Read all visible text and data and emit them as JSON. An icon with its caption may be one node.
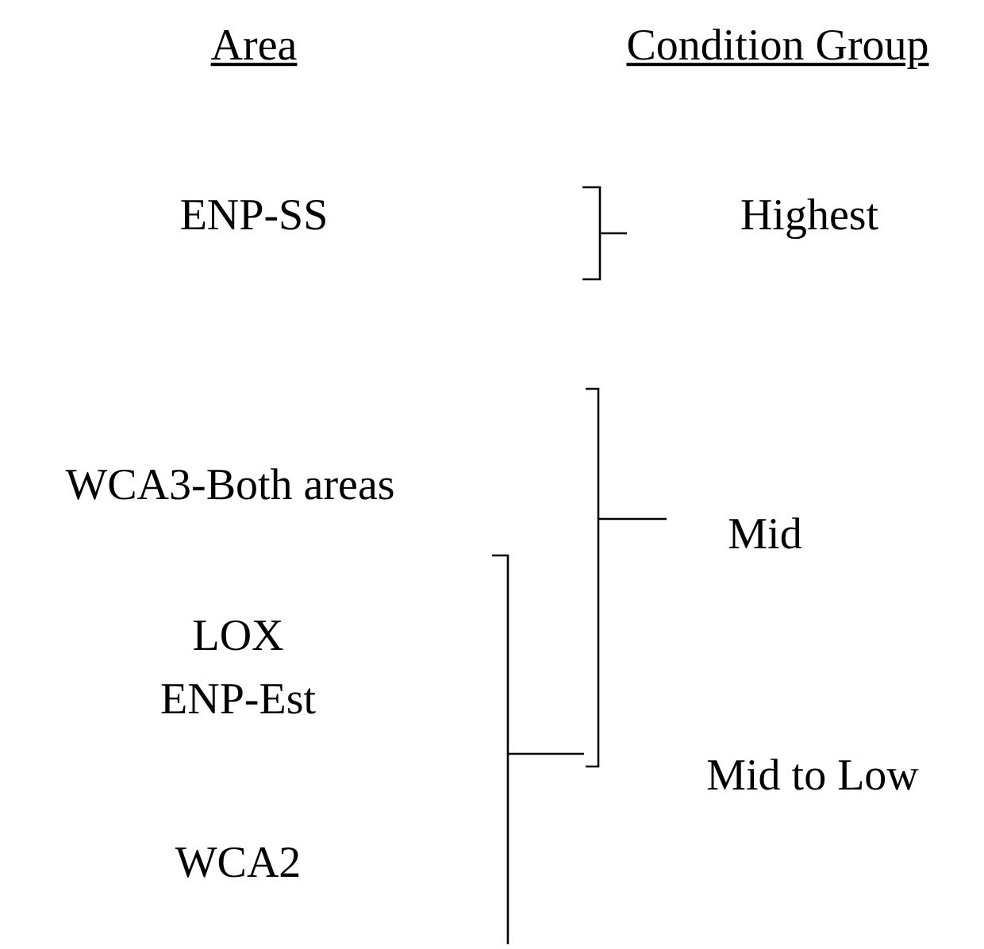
{
  "diagram": {
    "labels": [
      "Area",
      "Condition Group",
      "ENP-SS",
      "Highest",
      "WCA3-Both areas",
      "Mid",
      "LOX",
      "ENP-Est",
      "Mid to Low",
      "WCA2"
    ]
  }
}
